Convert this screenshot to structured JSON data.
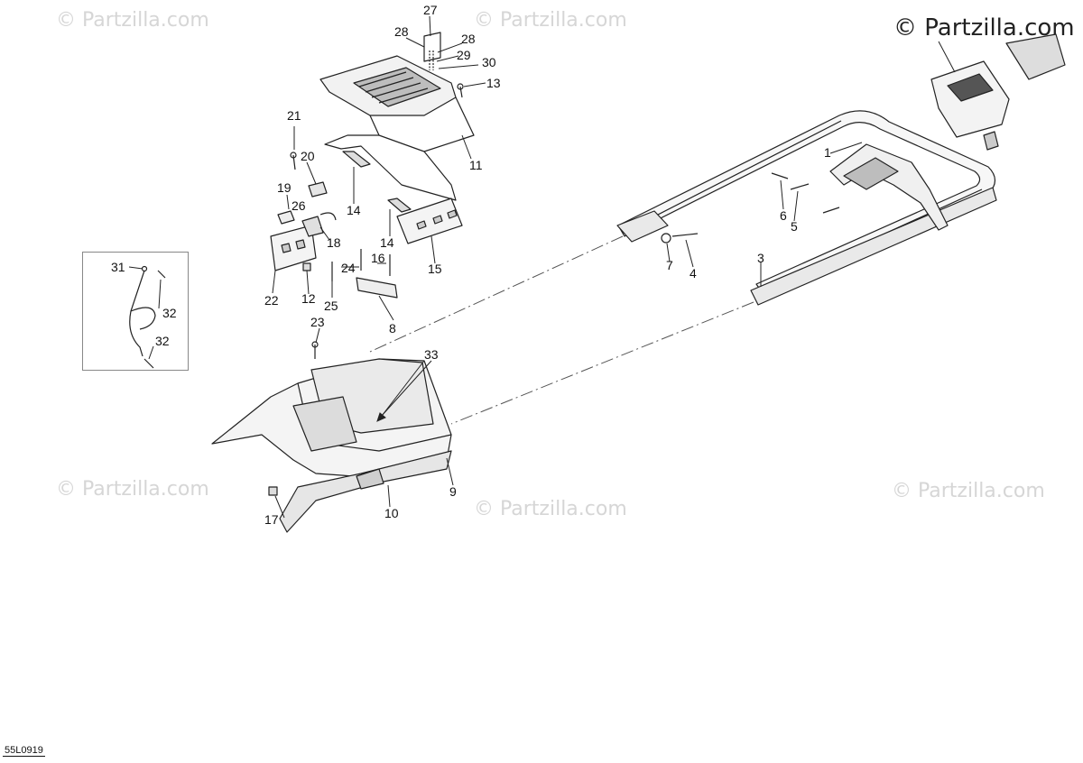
{
  "watermarks": {
    "main": "© Partzilla.com",
    "faint": "© Partzilla.com"
  },
  "diagram_code": "55L0919",
  "callouts": {
    "c1": "1",
    "c3": "3",
    "c4": "4",
    "c5": "5",
    "c6": "6",
    "c7": "7",
    "c8": "8",
    "c9": "9",
    "c10": "10",
    "c11": "11",
    "c12": "12",
    "c13": "13",
    "c14a": "14",
    "c14b": "14",
    "c15": "15",
    "c16": "16",
    "c17": "17",
    "c18": "18",
    "c19": "19",
    "c20": "20",
    "c21": "21",
    "c22": "22",
    "c23": "23",
    "c24": "24",
    "c25": "25",
    "c26": "26",
    "c27": "27",
    "c28a": "28",
    "c28b": "28",
    "c29": "29",
    "c30": "30",
    "c31": "31",
    "c32a": "32",
    "c32b": "32",
    "c33": "33"
  }
}
